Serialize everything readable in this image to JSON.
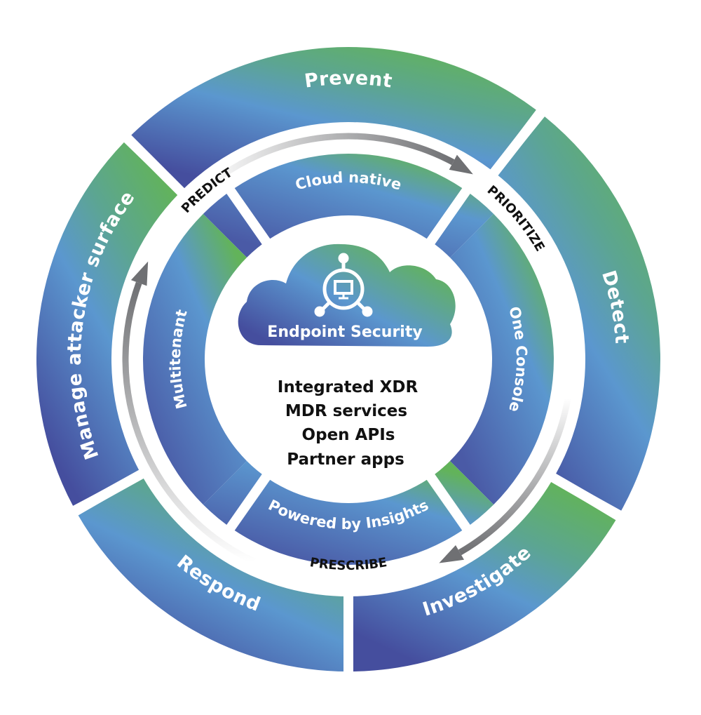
{
  "title": "Endpoint Security",
  "outer_ring": [
    {
      "label": "Prevent"
    },
    {
      "label": "Detect"
    },
    {
      "label": "Investigate"
    },
    {
      "label": "Respond"
    },
    {
      "label": "Manage attacker surface"
    }
  ],
  "phases": [
    {
      "label": "PREDICT"
    },
    {
      "label": "PRIORITIZE"
    },
    {
      "label": "PRESCRIBE"
    }
  ],
  "middle_ring": [
    {
      "label": "Cloud native"
    },
    {
      "label": "One Console"
    },
    {
      "label": "Powered by Insights"
    },
    {
      "label": "Multitenant"
    }
  ],
  "center": {
    "cloud_title": "Endpoint Security",
    "cloud_icon": "monitor-hub-icon",
    "features": [
      "Integrated XDR",
      "MDR services",
      "Open APIs",
      "Partner apps"
    ]
  },
  "colors": {
    "green": "#62b35a",
    "teal": "#5ca592",
    "light_blue": "#5b97cf",
    "indigo": "#454e9e",
    "arrow_gray": "#77787b",
    "text_dark": "#111111"
  }
}
